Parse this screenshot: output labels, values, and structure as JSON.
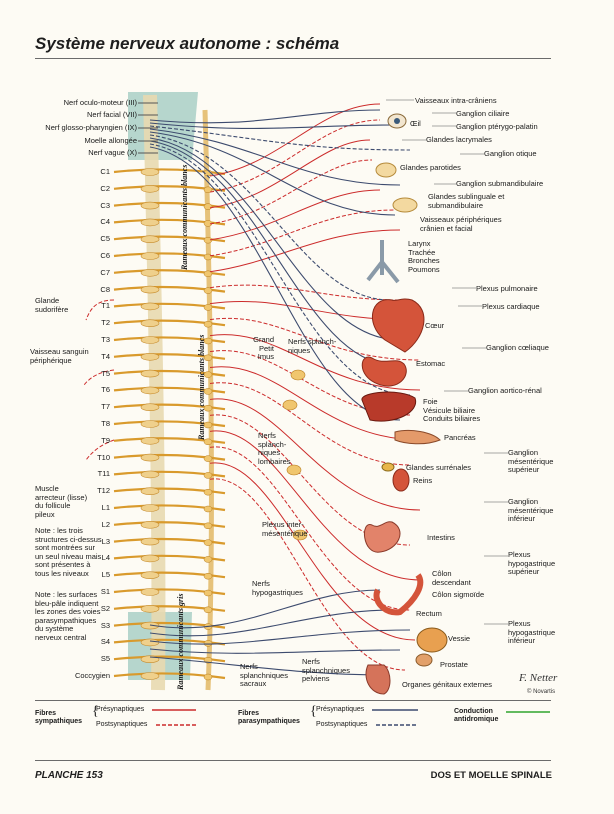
{
  "title": "Système nerveux autonome : schéma",
  "footer": {
    "plate": "PLANCHE 153",
    "section": "DOS ET MOELLE SPINALE"
  },
  "signature": "F. Netter",
  "publisher": "© Novartis",
  "colors": {
    "sympathetic": "#cc2b2b",
    "parasympathetic": "#3d4b6e",
    "antidromic": "#4db04a",
    "nerve_root": "#d99a2c",
    "organ": "#d4543a",
    "cns_highlight": "#9ec9c0"
  },
  "cranial_nerves": [
    "Nerf oculo-moteur (III)",
    "Nerf facial (VII)",
    "Nerf glosso-pharyngien (IX)",
    "Moelle allongée",
    "Nerf vague (X)"
  ],
  "segments": [
    "C1",
    "C2",
    "C3",
    "C4",
    "C5",
    "C6",
    "C7",
    "C8",
    "T1",
    "T2",
    "T3",
    "T4",
    "T5",
    "T6",
    "T7",
    "T8",
    "T9",
    "T10",
    "T11",
    "T12",
    "L1",
    "L2",
    "L3",
    "L4",
    "L5",
    "S1",
    "S2",
    "S3",
    "S4",
    "S5",
    "Coccygien"
  ],
  "left_labels": {
    "gland": "Glande\nsudorifère",
    "vessel": "Vaisseau sanguin\npériphérique",
    "muscle": "Muscle\narrecteur (lisse)\ndu follicule\npileux",
    "note1": "Note : les trois\nstructures ci-dessus\nsont montrées sur\nun seul niveau mais\nsont présentes à\ntous les niveaux",
    "note2": "Note : les surfaces\nbleu-pâle indiquent\nles zones des voies\nparasympathiques\ndu système\nnerveux central"
  },
  "vertical_labels": {
    "white": "Rameaux communicants blancs",
    "gray": "Rameaux communicants gris"
  },
  "center_labels": {
    "splanchnic_names": "Grand\nPetit\nImus",
    "splanchnic": "Nerfs splanch-\nniques",
    "lumbar": "Nerfs\nsplanch-\nniques\nlombaires",
    "intermesenteric": "Plexus inter-\nmésentérique",
    "hypogastric": "Nerfs\nhypogastriques",
    "sacral": "Nerfs\nsplanchniques\nsacraux",
    "pelvic": "Nerfs\nsplanchniques\npelviens"
  },
  "organ_labels": {
    "cranial_vessels": "Vaisseaux intra-crâniens",
    "ciliary": "Ganglion ciliaire",
    "eye": "Œil",
    "pterygo": "Ganglion ptérygo-palatin",
    "lacrimal": "Glandes lacrymales",
    "otic": "Ganglion otique",
    "parotid": "Glandes parotides",
    "submandibular_g": "Ganglion submandibulaire",
    "sublingual": "Glandes sublinguale et\nsubmandibulaire",
    "peripheral_vessels": "Vaisseaux périphériques\ncrânien et facial",
    "airway": "Larynx\nTrachée\nBronches\nPoumons",
    "pulmonary": "Plexus pulmonaire",
    "cardiac": "Plexus cardiaque",
    "heart": "Cœur",
    "celiac": "Ganglion cœliaque",
    "stomach": "Estomac",
    "aorticorenal": "Ganglion aortico-rénal",
    "liver": "Foie\nVésicule biliaire\nConduits biliaires",
    "pancreas": "Pancréas",
    "sup_mes": "Ganglion\nmésentérique\nsupérieur",
    "adrenal": "Glandes surrénales",
    "kidneys": "Reins",
    "inf_mes": "Ganglion\nmésentérique\ninférieur",
    "intestine": "Intestins",
    "sup_hypo": "Plexus\nhypogastrique\nsupérieur",
    "desc_colon": "Côlon\ndescendant",
    "sigmoid": "Côlon sigmoïde",
    "rectum": "Rectum",
    "bladder": "Vessie",
    "inf_hypo": "Plexus\nhypogastrique\ninférieur",
    "prostate": "Prostate",
    "genitals": "Organes génitaux externes"
  },
  "legend": {
    "symp": "Fibres\nsympathiques",
    "para": "Fibres\nparasympathiques",
    "pre": "Présynaptiques",
    "post": "Postsynaptiques",
    "anti": "Conduction\nantidromique"
  }
}
